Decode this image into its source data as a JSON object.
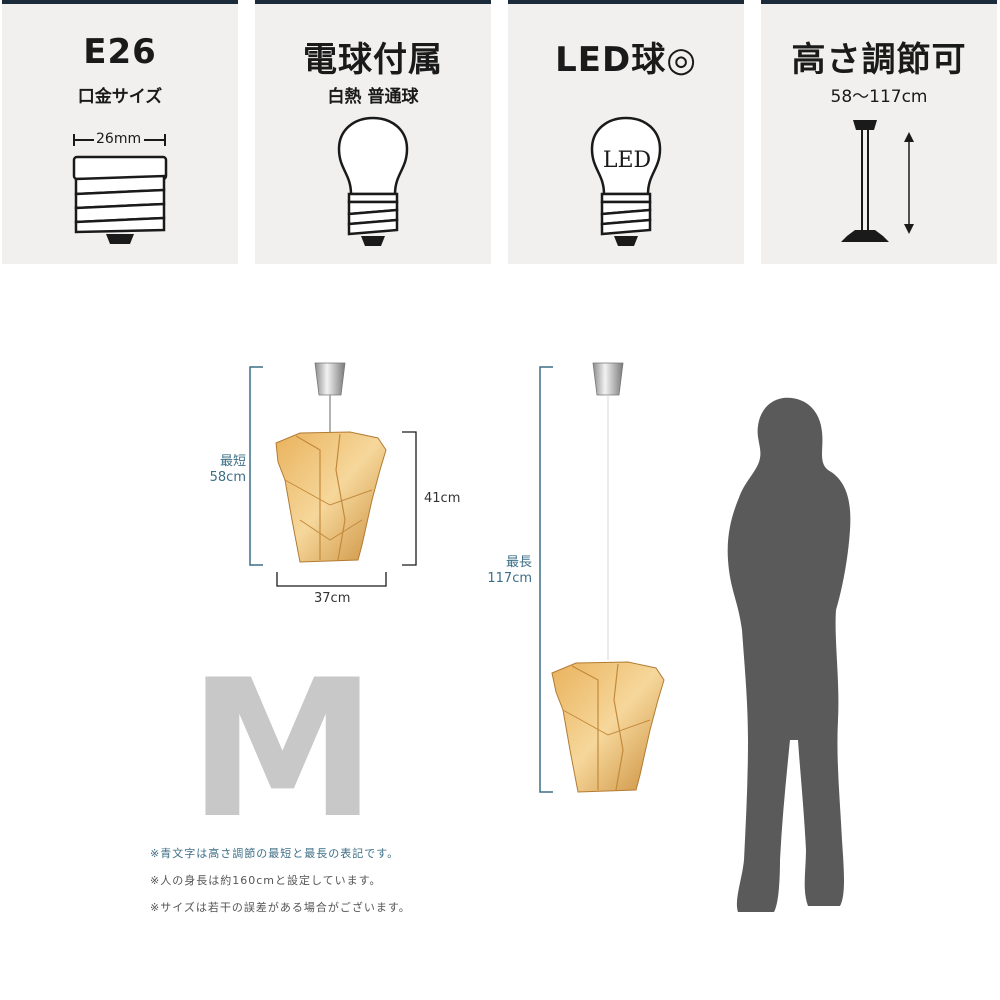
{
  "cards": [
    {
      "title": "E26",
      "sub": "口金サイズ",
      "dim": "26mm",
      "icon": "socket-icon"
    },
    {
      "title": "電球付属",
      "sub": "白熱 普通球",
      "icon": "bulb-icon"
    },
    {
      "title": "LED球◎",
      "bulb_text": "LED",
      "icon": "led-bulb-icon"
    },
    {
      "title": "高さ調節可",
      "sub": "58〜117cm",
      "icon": "height-adjust-icon"
    }
  ],
  "diagram": {
    "min_label": "最短",
    "min_value": "58cm",
    "shade_height": "41cm",
    "shade_width": "37cm",
    "max_label": "最長",
    "max_value": "117cm",
    "size_letter": "M"
  },
  "notes": [
    "※青文字は高さ調節の最短と最長の表記です。",
    "※人の身長は約160cmと設定しています。",
    "※サイズは若干の誤差がある場合がございます。"
  ],
  "colors": {
    "header_bar": "#1c2b3a",
    "card_bg": "#f1f0ee",
    "dimension_blue": "#3d6f86",
    "silhouette": "#5a5a5a"
  }
}
